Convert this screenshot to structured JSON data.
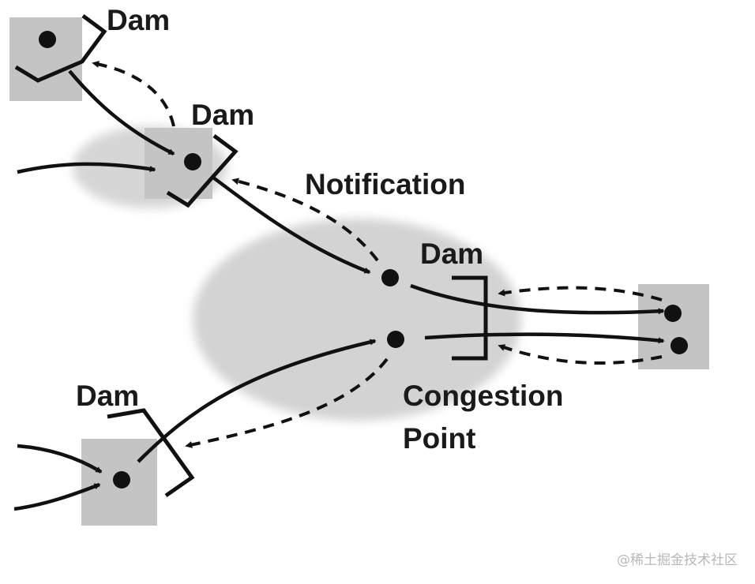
{
  "labels": {
    "dam_top": "Dam",
    "dam_second": "Dam",
    "dam_center": "Dam",
    "dam_bottom": "Dam",
    "notification": "Notification",
    "congestion_line1": "Congestion",
    "congestion_line2": "Point"
  },
  "watermark": "@稀土掘金技术社区",
  "colors": {
    "ink": "#111111",
    "node_fill": "#c4c4c4",
    "zone_fill": "#d3d3d3"
  }
}
